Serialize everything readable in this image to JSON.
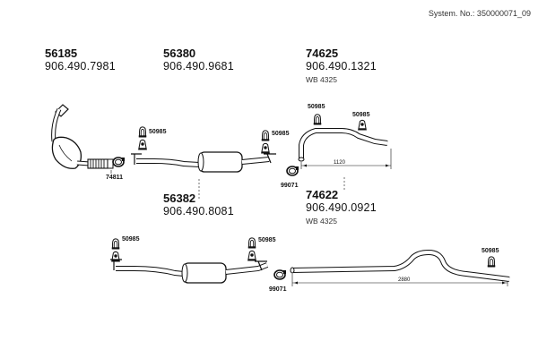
{
  "system_number": "System. No.: 350000071_09",
  "parts": [
    {
      "code": "56185",
      "oe": "906.490.7981",
      "wb": ""
    },
    {
      "code": "56380",
      "oe": "906.490.9681",
      "wb": ""
    },
    {
      "code": "74625",
      "oe": "906.490.1321",
      "wb": "WB 4325"
    },
    {
      "code": "56382",
      "oe": "906.490.8081",
      "wb": ""
    },
    {
      "code": "74622",
      "oe": "906.490.0921",
      "wb": "WB 4325"
    }
  ],
  "callouts": {
    "hanger": "50985",
    "clamp": "99071",
    "flex": "74811"
  },
  "dimensions": {
    "upper_pipe_length": "1120",
    "lower_pipe_length": "2880"
  }
}
